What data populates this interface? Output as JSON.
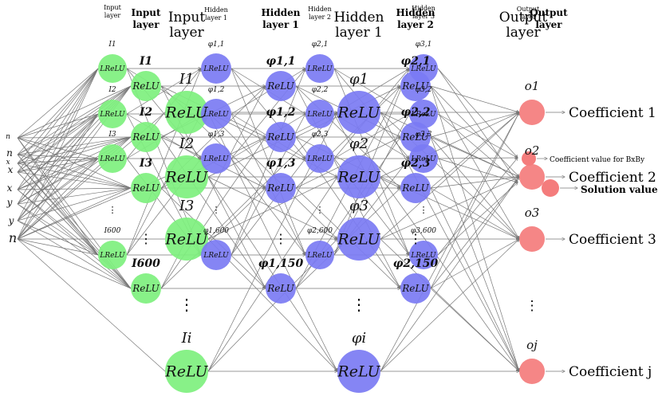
{
  "colors": {
    "green": "#7ef07e",
    "blue": "#7b7bf3",
    "red": "#f47c7c",
    "edge": "#777777",
    "text": "#000000"
  },
  "headers": [
    {
      "id": "h-input-small",
      "lines": [
        "Input",
        "layer"
      ]
    },
    {
      "id": "h-input-bold",
      "lines": [
        "Input",
        "layer"
      ]
    },
    {
      "id": "h-input-large",
      "lines": [
        "Input",
        "layer"
      ]
    },
    {
      "id": "h-hidden1-small",
      "lines": [
        "Hidden",
        "layer 1"
      ]
    },
    {
      "id": "h-hidden1-bold",
      "lines": [
        "Hidden",
        "layer 1"
      ]
    },
    {
      "id": "h-hidden2-small",
      "lines": [
        "Hidden",
        "layer 2"
      ]
    },
    {
      "id": "h-hidden1-large",
      "lines": [
        "Hidden",
        "layer 1"
      ]
    },
    {
      "id": "h-hidden2-bold",
      "lines": [
        "Hidden",
        "layer 2"
      ]
    },
    {
      "id": "h-hidden3-small",
      "lines": [
        "Hidden",
        "layer 3"
      ]
    },
    {
      "id": "h-output-large",
      "lines": [
        "Output",
        "layer"
      ]
    },
    {
      "id": "h-output-small",
      "lines": [
        "Output",
        "layer"
      ]
    },
    {
      "id": "h-output-bold",
      "lines": [
        "Output",
        "layer"
      ]
    }
  ],
  "inputs_left": [
    "n",
    "n",
    "x",
    "x",
    "x",
    "y",
    "y",
    "n"
  ],
  "layers": {
    "input_small": {
      "node_text": "LReLU",
      "labels": [
        "I1",
        "I2",
        "I3",
        "I600"
      ],
      "dots": "⋮"
    },
    "input_bold": {
      "node_text": "ReLU",
      "labels": [
        "I1",
        "I2",
        "I3",
        "I600"
      ],
      "dots": "⋮"
    },
    "input_large": {
      "node_text": "ReLU",
      "labels": [
        "I1",
        "I2",
        "I3",
        "Ii"
      ],
      "dots": "⋮"
    },
    "hidden1_small": {
      "node_text": "LReLU",
      "labels": [
        "φ1,1",
        "φ1,2",
        "φ1,3",
        "φ1,600"
      ],
      "dots": "⋮"
    },
    "hidden1_bold": {
      "node_text": "ReLU",
      "labels": [
        "φ1,1",
        "φ1,2",
        "φ1,3",
        "φ1,150"
      ],
      "dots": "⋮"
    },
    "hidden2_small": {
      "node_text": "LReLU",
      "labels": [
        "φ2,1",
        "φ2,2",
        "φ2,3",
        "φ2,600"
      ],
      "dots": "⋮"
    },
    "hidden1_large": {
      "node_text": "ReLU",
      "labels": [
        "φ1",
        "φ2",
        "φ3",
        "φi"
      ],
      "dots": "⋮"
    },
    "hidden2_bold": {
      "node_text": "ReLU",
      "labels": [
        "φ2,1",
        "φ2,2",
        "φ2,3",
        "φ2,150"
      ],
      "dots": "⋮"
    },
    "hidden3_small": {
      "node_text": "LReLU",
      "labels": [
        "φ3,1",
        "φ3,2",
        "φ3,3",
        "φ3,600"
      ],
      "dots": "⋮"
    },
    "output": {
      "labels": [
        "o1",
        "o2",
        "o3",
        "oj"
      ],
      "dots": "⋮"
    }
  },
  "outputs": {
    "coefficient_1": "Coefficient 1",
    "coefficient_2": "Coefficient 2",
    "coefficient_3": "Coefficient 3",
    "coefficient_j": "Coefficient j",
    "coefficient_value": "Coefficient value for BxBy",
    "solution_value": "Solution value"
  }
}
